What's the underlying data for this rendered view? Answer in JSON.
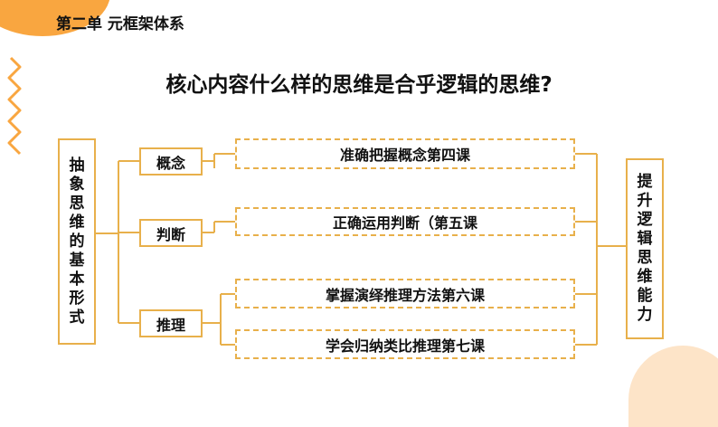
{
  "header": {
    "unit_title": "第二单 元框架体系"
  },
  "main_title": "核心内容什么样的思维是合乎逻辑的思维?",
  "left_box": [
    "抽",
    "象",
    "思",
    "维",
    "的",
    "基",
    "本",
    "形",
    "式"
  ],
  "right_box": [
    "提",
    "升",
    "逻",
    "辑",
    "思",
    "维",
    "能",
    "力"
  ],
  "concepts": [
    "概念",
    "判断",
    "推理"
  ],
  "lessons": [
    "准确把握概念第四课",
    "正确运用判断（第五课",
    "掌握演绎推理方法第六课",
    "学会归纳类比推理第七课"
  ],
  "colors": {
    "accent": "#e8b04b",
    "orange": "#f9a640",
    "light": "#fde4c8"
  }
}
